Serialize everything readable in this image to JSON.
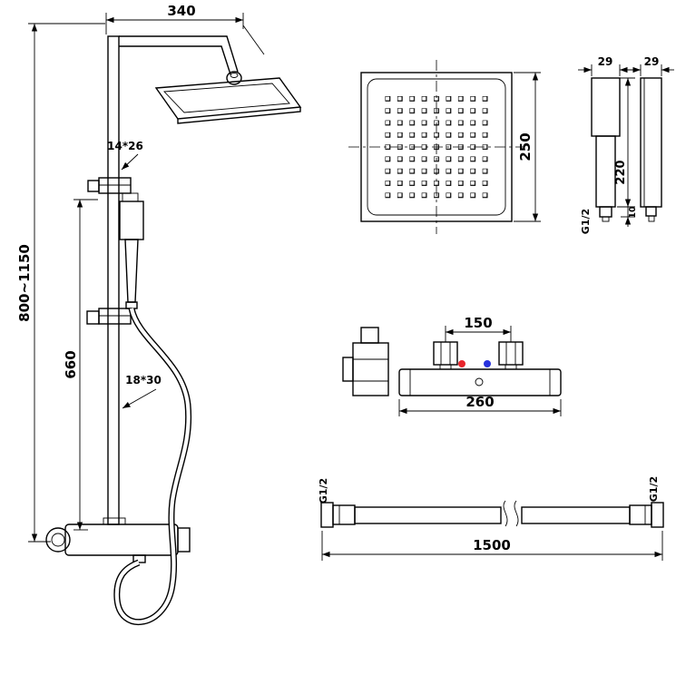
{
  "colors": {
    "background": "#ffffff",
    "line": "#000000",
    "hot": "#e8252c",
    "cold": "#2732dd"
  },
  "views": {
    "main_assembly": {
      "dims": {
        "arm_length": "340",
        "upper_pipe": "14*26",
        "height_range": "800~1150",
        "slide_height": "660",
        "lower_pipe": "18*30"
      }
    },
    "head_top": {
      "dims": {
        "size": "250"
      }
    },
    "hand_shower_front": {
      "dims": {
        "width": "29",
        "length": "220",
        "thread_length": "10",
        "thread": "G1/2"
      }
    },
    "hand_shower_side": {
      "dims": {
        "width": "29"
      }
    },
    "valve_front": {
      "dims": {
        "handle_spacing": "150",
        "body_width": "260"
      }
    },
    "hose": {
      "dims": {
        "length": "1500",
        "thread_left": "G1/2",
        "thread_right": "G1/2"
      }
    }
  }
}
